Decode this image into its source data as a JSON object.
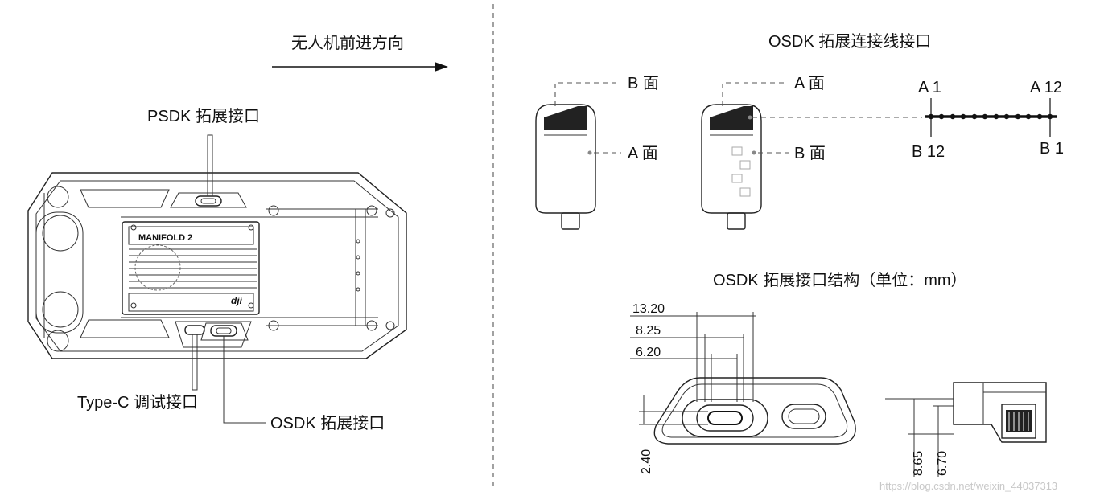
{
  "direction_label": "无人机前进方向",
  "psdk_label": "PSDK  拓展接口",
  "typec_label": "Type-C 调试接口",
  "osdk_port_label": "OSDK  拓展接口",
  "device_brand": "MANIFOLD 2",
  "device_logo": "dji",
  "cable_title": "OSDK  拓展连接线接口",
  "plug1": {
    "top_face": "B  面",
    "side_face": "A  面"
  },
  "plug2": {
    "top_face": "A  面",
    "side_face": "B  面"
  },
  "pins": {
    "top_left": "A 1",
    "top_right": "A 12",
    "bottom_left": "B 12",
    "bottom_right": "B 1"
  },
  "structure_title": "OSDK  拓展接口结构（单位：mm）",
  "dims": {
    "d1": "13.20",
    "d2": "8.25",
    "d3": "6.20",
    "d4": "2.40",
    "d5": "8.65",
    "d6": "6.70"
  },
  "watermark": "https://blog.csdn.net/weixin_44037313",
  "colors": {
    "line": "#222222",
    "dash": "#555555",
    "dark": "#222222"
  }
}
